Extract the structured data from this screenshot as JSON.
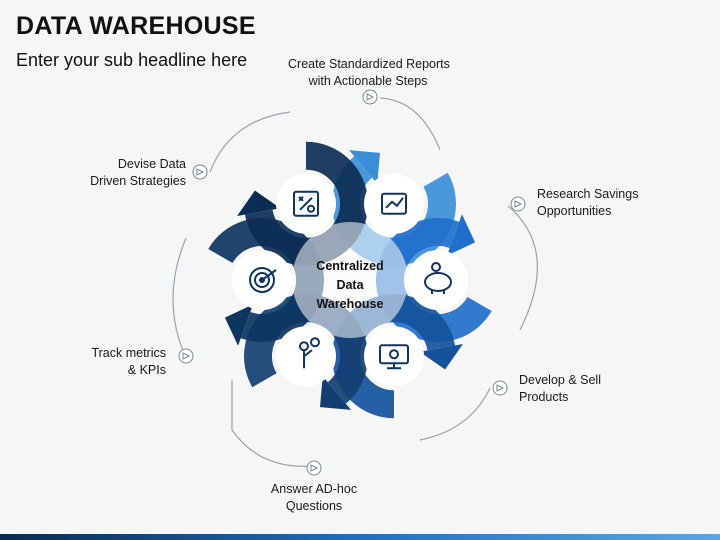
{
  "header": {
    "title": "DATA WAREHOUSE",
    "subtitle": "Enter your sub headline here"
  },
  "center": {
    "lines": [
      "Centralized",
      "Data",
      "Warehouse"
    ]
  },
  "items": [
    {
      "label_lines": [
        "Create Standardized Reports",
        "with Actionable Steps"
      ],
      "icon": "report-chart-icon",
      "color": "#3b8ed6"
    },
    {
      "label_lines": [
        "Research Savings",
        "Opportunities"
      ],
      "icon": "piggy-bank-icon",
      "color": "#1f6fcb"
    },
    {
      "label_lines": [
        "Develop & Sell",
        "Products"
      ],
      "icon": "monitor-gear-icon",
      "color": "#14539c"
    },
    {
      "label_lines": [
        "Answer AD-hoc",
        "Questions"
      ],
      "icon": "person-question-icon",
      "color": "#123f72"
    },
    {
      "label_lines": [
        "Track metrics",
        "& KPIs"
      ],
      "icon": "target-icon",
      "color": "#0e3462"
    },
    {
      "label_lines": [
        "Devise Data",
        "Driven Strategies"
      ],
      "icon": "strategy-board-icon",
      "color": "#0b2d55"
    }
  ],
  "colors": {
    "connector": "#9aa3ad",
    "marker": "#7a8794"
  }
}
